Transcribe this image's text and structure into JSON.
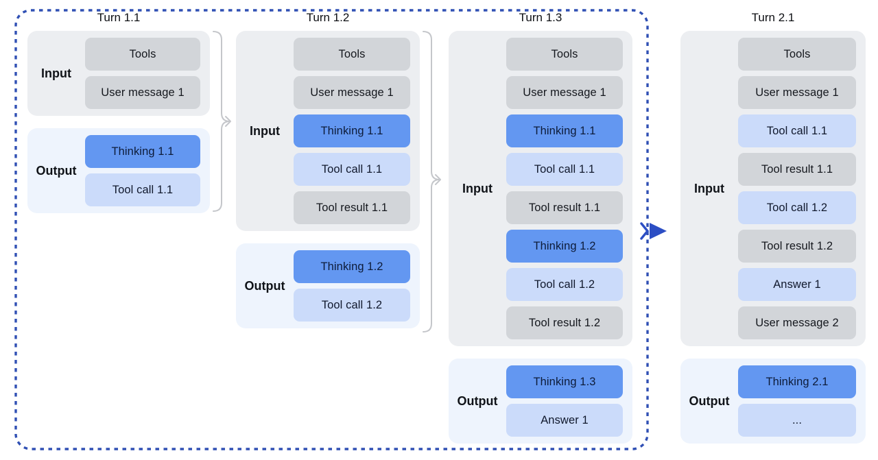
{
  "colors": {
    "chip_gray": "#d2d5d9",
    "chip_lightblue": "#cbdbfa",
    "chip_blue": "#6397f1",
    "input_bg": "#eceef1",
    "output_bg": "#eef4fd",
    "border_blue": "#3050b4",
    "bracket_gray": "#c4c6ca",
    "arrow_blue": "#2c4ec4",
    "text": "#15181d"
  },
  "turns": [
    {
      "title": "Turn 1.1",
      "input": {
        "label": "Input",
        "chips": [
          {
            "text": "Tools",
            "style": "gray"
          },
          {
            "text": "User message 1",
            "style": "gray"
          }
        ]
      },
      "output": {
        "label": "Output",
        "chips": [
          {
            "text": "Thinking 1.1",
            "style": "blue"
          },
          {
            "text": "Tool call 1.1",
            "style": "lightblue"
          }
        ]
      }
    },
    {
      "title": "Turn 1.2",
      "input": {
        "label": "Input",
        "chips": [
          {
            "text": "Tools",
            "style": "gray"
          },
          {
            "text": "User message 1",
            "style": "gray"
          },
          {
            "text": "Thinking 1.1",
            "style": "blue"
          },
          {
            "text": "Tool call 1.1",
            "style": "lightblue"
          },
          {
            "text": "Tool result 1.1",
            "style": "gray"
          }
        ]
      },
      "output": {
        "label": "Output",
        "chips": [
          {
            "text": "Thinking 1.2",
            "style": "blue"
          },
          {
            "text": "Tool call 1.2",
            "style": "lightblue"
          }
        ]
      }
    },
    {
      "title": "Turn 1.3",
      "input": {
        "label": "Input",
        "chips": [
          {
            "text": "Tools",
            "style": "gray"
          },
          {
            "text": "User message 1",
            "style": "gray"
          },
          {
            "text": "Thinking 1.1",
            "style": "blue"
          },
          {
            "text": "Tool call 1.1",
            "style": "lightblue"
          },
          {
            "text": "Tool result 1.1",
            "style": "gray"
          },
          {
            "text": "Thinking 1.2",
            "style": "blue"
          },
          {
            "text": "Tool call 1.2",
            "style": "lightblue"
          },
          {
            "text": "Tool result 1.2",
            "style": "gray"
          }
        ]
      },
      "output": {
        "label": "Output",
        "chips": [
          {
            "text": "Thinking 1.3",
            "style": "blue"
          },
          {
            "text": "Answer 1",
            "style": "lightblue"
          }
        ]
      }
    },
    {
      "title": "Turn 2.1",
      "input": {
        "label": "Input",
        "chips": [
          {
            "text": "Tools",
            "style": "gray"
          },
          {
            "text": "User message 1",
            "style": "gray"
          },
          {
            "text": "Tool call 1.1",
            "style": "lightblue"
          },
          {
            "text": "Tool result 1.1",
            "style": "gray"
          },
          {
            "text": "Tool call 1.2",
            "style": "lightblue"
          },
          {
            "text": "Tool result 1.2",
            "style": "gray"
          },
          {
            "text": "Answer 1",
            "style": "lightblue"
          },
          {
            "text": "User message 2",
            "style": "gray"
          }
        ]
      },
      "output": {
        "label": "Output",
        "chips": [
          {
            "text": "Thinking 2.1",
            "style": "blue"
          },
          {
            "text": "...",
            "style": "lightblue"
          }
        ]
      }
    }
  ]
}
